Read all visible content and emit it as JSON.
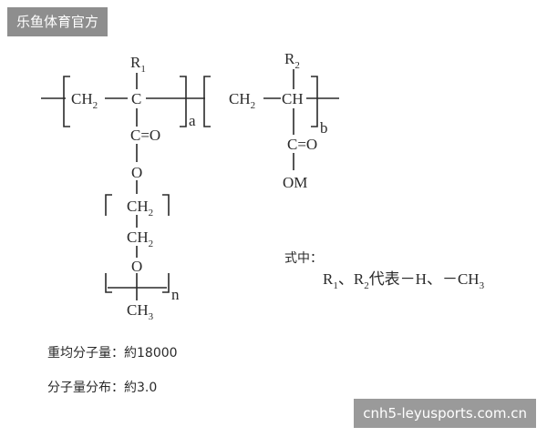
{
  "watermark_top": "乐鱼体育官方",
  "watermark_bottom": "cnh5-leyusports.com.cn",
  "formula": {
    "ch2": "CH",
    "two": "2",
    "ch": "CH",
    "c": "C",
    "co": "C=O",
    "o": "O",
    "om": "OM",
    "ch3": "CH",
    "three": "3",
    "r": "R",
    "one": "1",
    "sub_a": "a",
    "sub_b": "b",
    "sub_n": "n"
  },
  "legend": {
    "heading": "式中：",
    "r_def_prefix": "R",
    "r_def_sep": "、R",
    "r_def_suffix": "代表－H、－CH"
  },
  "properties": {
    "mw": "重均分子量：約18000",
    "mwd": "分子量分布：約3.0"
  }
}
